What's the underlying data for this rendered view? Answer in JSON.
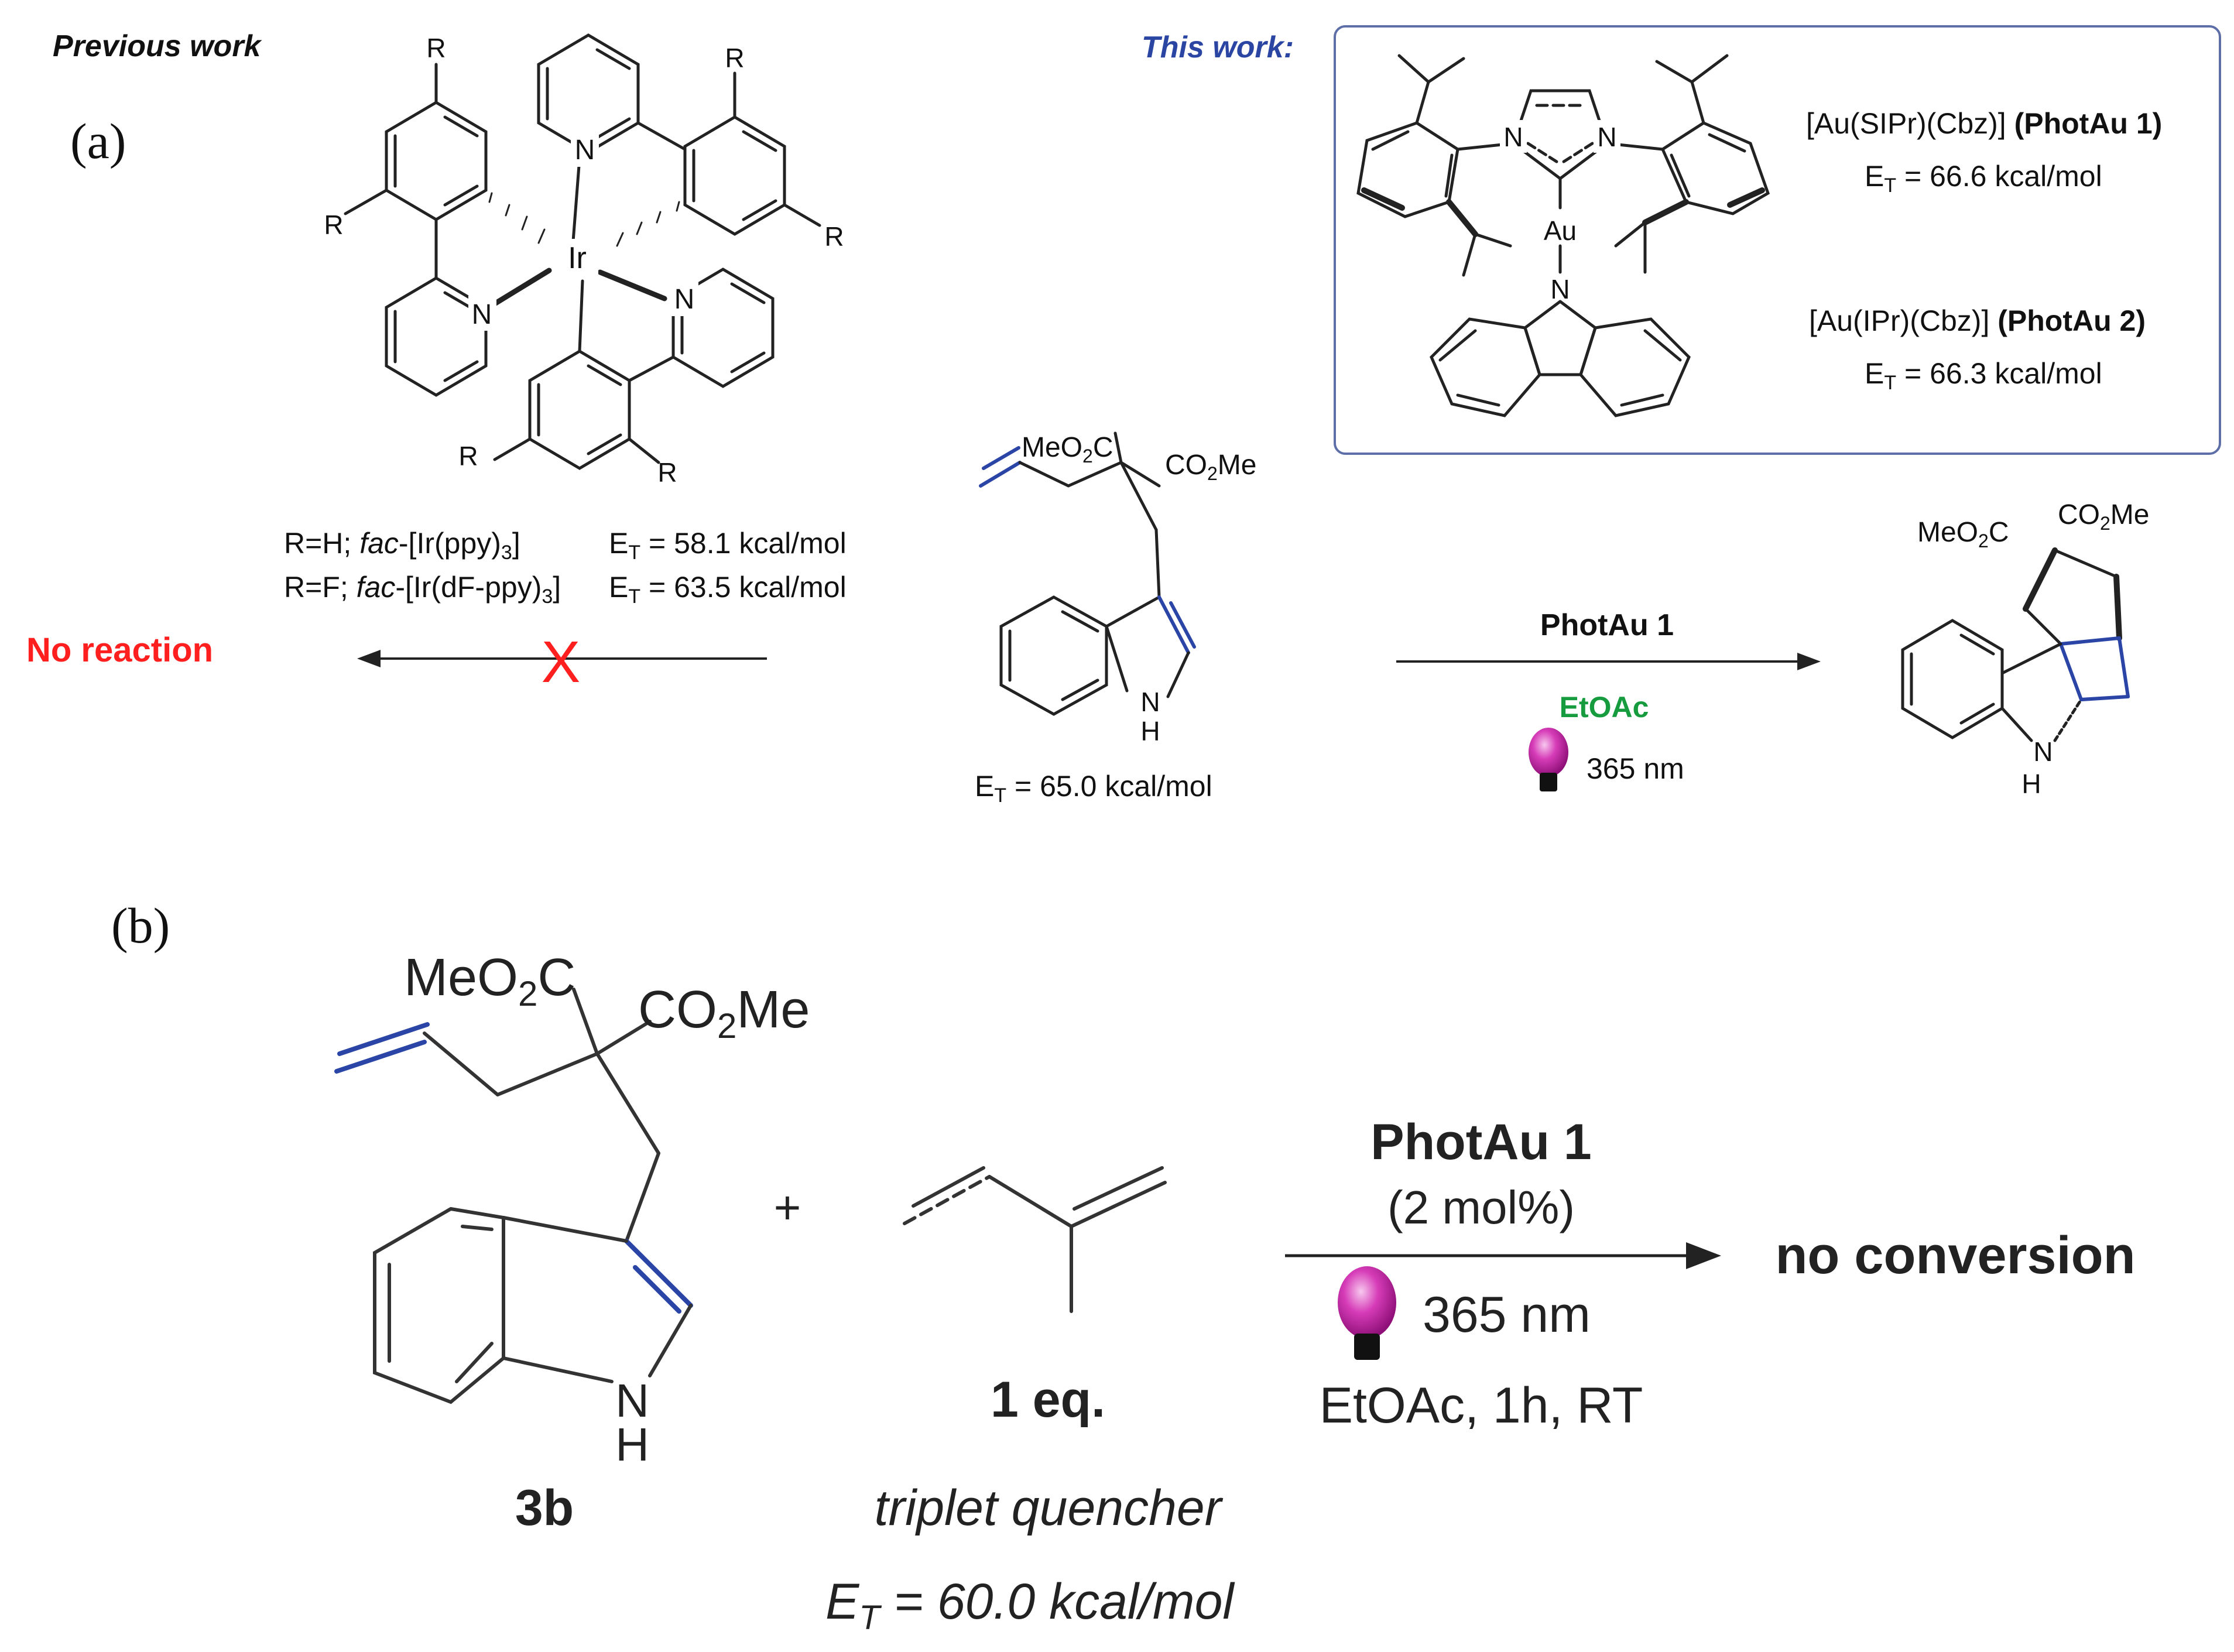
{
  "colors": {
    "bond": "#222222",
    "highlight_bond": "#2a45a6",
    "blue_title": "#2b45a3",
    "red": "#ff1f1f",
    "green": "#169c3f",
    "bulb": "#c51aa5",
    "box_border": "#5e6fa8"
  },
  "panel_a": {
    "label": "(a)",
    "previous_title": "Previous work",
    "this_work_title": "This work:",
    "ir_complex": {
      "metal": "Ir",
      "n_label": "N",
      "r_label": "R",
      "line1_prefix": "R=H; ",
      "line1_fac": "fac",
      "line1_name": "-[Ir(ppy)",
      "line1_sub": "3",
      "line1_close": "]",
      "line1_et": "E",
      "line1_et_sub": "T",
      "line1_value": " = 58.1 kcal/mol",
      "line2_prefix": "R=F; ",
      "line2_fac": "fac",
      "line2_name": "-[Ir(dF-ppy)",
      "line2_sub": "3",
      "line2_close": "]",
      "line2_et": "E",
      "line2_et_sub": "T",
      "line2_value": " = 63.5 kcal/mol"
    },
    "no_reaction": "No reaction",
    "cross_mark": "X",
    "substrate": {
      "ester_left_pre": "MeO",
      "ester_left_sub": "2",
      "ester_left_post": "C",
      "ester_right_pre": "CO",
      "ester_right_sub": "2",
      "ester_right_post": "Me",
      "nh_n": "N",
      "nh_h": "H",
      "et": "E",
      "et_sub": "T",
      "et_value": " = 65.0 kcal/mol"
    },
    "forward_arrow": {
      "catalyst": "PhotAu 1",
      "solvent": "EtOAc",
      "wavelength": "365 nm"
    },
    "product": {
      "ester_left_pre": "MeO",
      "ester_left_sub": "2",
      "ester_left_post": "C",
      "ester_right_pre": "CO",
      "ester_right_sub": "2",
      "ester_right_post": "Me",
      "nh_n": "N",
      "nh_h": "H"
    },
    "gold_complex": {
      "n_label": "N",
      "au_label": "Au",
      "photau1_name": "[Au(SIPr)(Cbz)] ",
      "photau1_bold": "(PhotAu 1)",
      "photau1_et": "E",
      "photau1_et_sub": "T",
      "photau1_value": " = 66.6 kcal/mol",
      "photau2_name": "[Au(IPr)(Cbz)] ",
      "photau2_bold": "(PhotAu 2)",
      "photau2_et": "E",
      "photau2_et_sub": "T",
      "photau2_value": " = 66.3 kcal/mol"
    }
  },
  "panel_b": {
    "label": "(b)",
    "substrate": {
      "ester_left_pre": "MeO",
      "ester_left_sub": "2",
      "ester_left_post": "C",
      "ester_right_pre": "CO",
      "ester_right_sub": "2",
      "ester_right_post": "Me",
      "nh_n": "N",
      "nh_h": "H",
      "compound_label": "3b"
    },
    "plus": "+",
    "quencher": {
      "equiv": "1 eq.",
      "description": "triplet quencher",
      "et": "E",
      "et_sub": "T",
      "et_value": " = 60.0 kcal/mol"
    },
    "arrow": {
      "catalyst": "PhotAu 1",
      "loading": "(2 mol%)",
      "wavelength": "365 nm",
      "conditions": "EtOAc, 1h, RT"
    },
    "result": "no conversion"
  }
}
